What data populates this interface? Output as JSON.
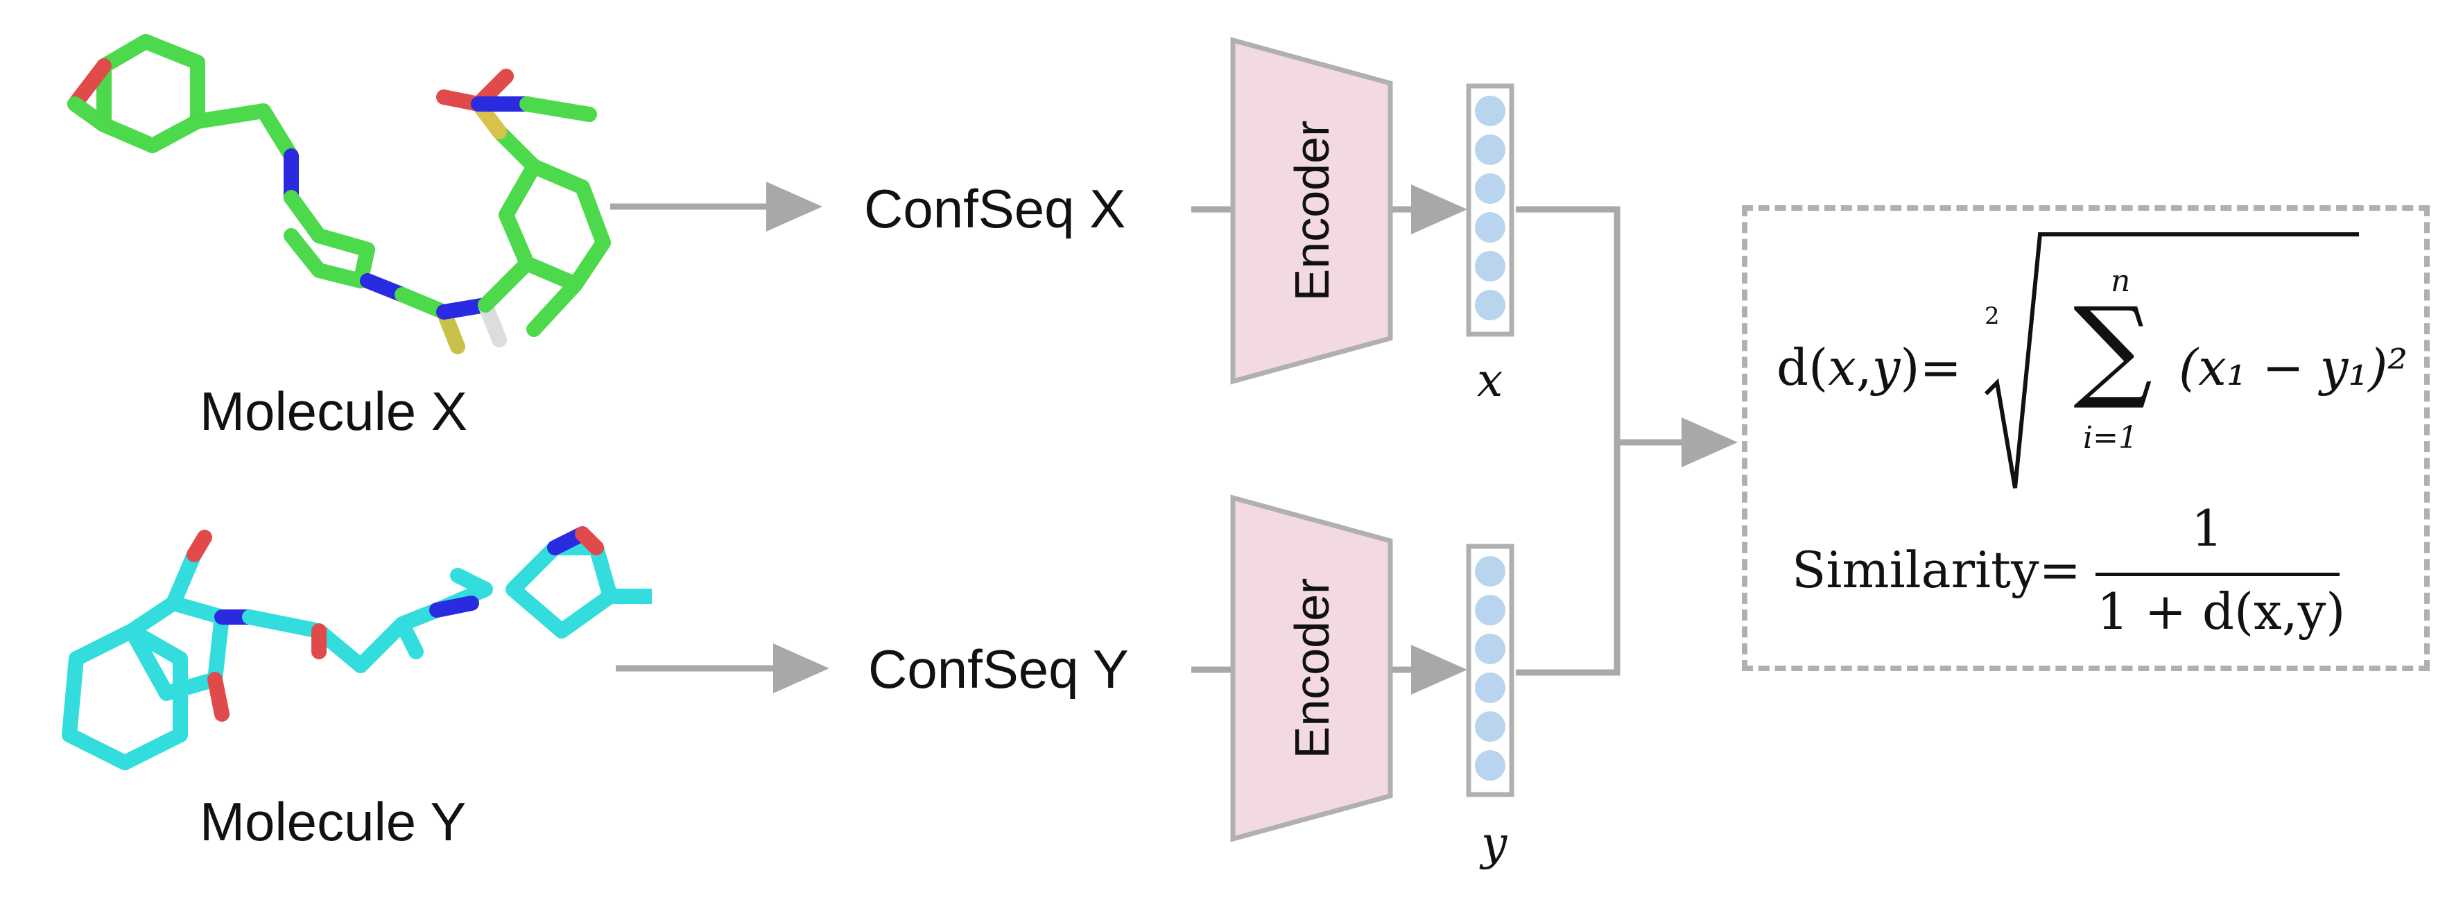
{
  "molecules": {
    "x_label": "Molecule X",
    "y_label": "Molecule Y",
    "x_color": "#4cd94c",
    "y_color": "#33dddd",
    "oxygen_color": "#e04a4a",
    "nitrogen_color": "#2a2ae0",
    "sulfur_color": "#d9c24a"
  },
  "sequences": {
    "x_label": "ConfSeq X",
    "y_label": "ConfSeq Y"
  },
  "encoders": {
    "top_label": "Encoder",
    "bottom_label": "Encoder",
    "fill_color": "#f3d9e4",
    "stroke_color": "#b0b0b0"
  },
  "vectors": {
    "x_label": "x",
    "y_label": "y",
    "cell_color": "#b8d4ee",
    "cell_count": 6
  },
  "formulas": {
    "distance_lhs": "d(",
    "distance_x": "x",
    "distance_comma": ",",
    "distance_y": "y",
    "distance_close": ")=",
    "root_index": "2",
    "sum_upper": "n",
    "sum_lower": "i=1",
    "sum_symbol": "∑",
    "sum_body": "(x₁ − y₁)²",
    "similarity_label": "Similarity=",
    "similarity_numerator": "1",
    "similarity_denominator": "1 + d(x,y)"
  },
  "colors": {
    "arrow": "#a8a8a8"
  }
}
